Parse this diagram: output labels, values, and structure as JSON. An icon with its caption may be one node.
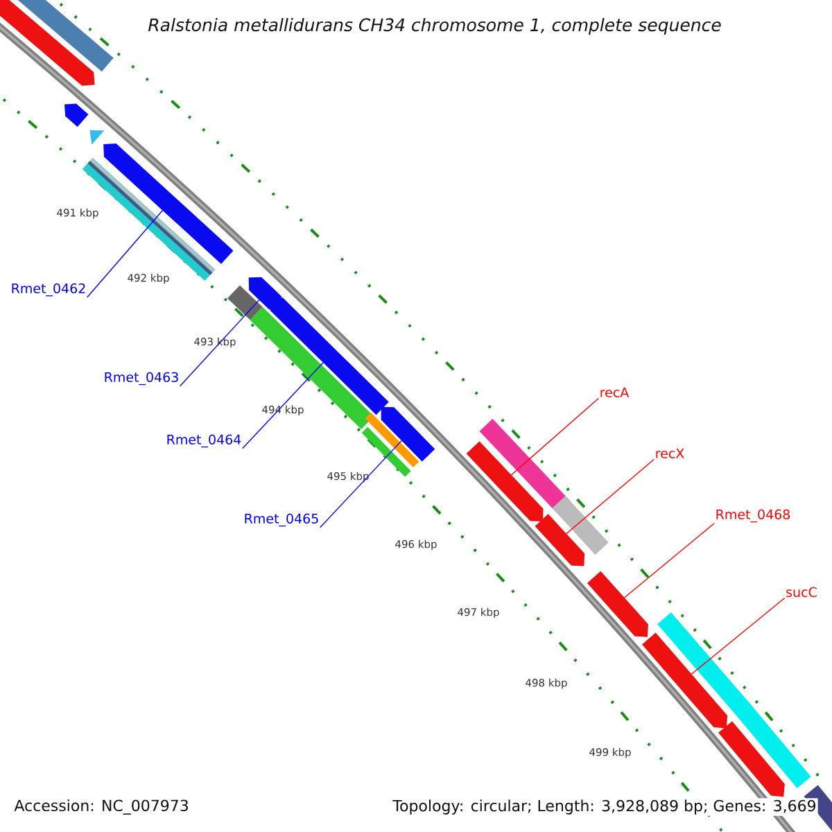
{
  "diagram": {
    "title": "Ralstonia metallidurans CH34 chromosome 1, complete sequence",
    "nodes": [
      {
        "text": [
          "Rmet_0462"
        ]
      },
      {
        "text": [
          "Rmet_0463"
        ]
      },
      {
        "text": [
          "Rmet_0464"
        ]
      },
      {
        "text": [
          "Rmet_0465"
        ]
      },
      {
        "text": [
          "recA"
        ]
      },
      {
        "text": [
          "recX"
        ]
      },
      {
        "text": [
          "Rmet_0468"
        ]
      },
      {
        "text": [
          "sucC"
        ]
      },
      {
        "text": [],
        "shape": "arrow"
      },
      {
        "text": [],
        "shape": "bar"
      },
      {
        "text": [],
        "shape": "arrow"
      },
      {
        "text": [],
        "shape": "triangle"
      },
      {
        "text": [],
        "shape": "bar"
      },
      {
        "text": [],
        "shape": "arrow"
      },
      {
        "text": [],
        "shape": "bar"
      },
      {
        "text": [],
        "shape": "arrow"
      },
      {
        "text": [],
        "shape": "bar"
      },
      {
        "text": [],
        "shape": "arrow"
      },
      {
        "text": [],
        "shape": "bar"
      },
      {
        "text": [],
        "shape": "bar"
      },
      {
        "text": [],
        "shape": "arrow"
      },
      {
        "text": [],
        "shape": "arrow"
      },
      {
        "text": [],
        "shape": "bar"
      },
      {
        "text": [],
        "shape": "arrow"
      },
      {
        "text": [],
        "shape": "bar"
      },
      {
        "text": [],
        "shape": "arrow"
      },
      {
        "text": [],
        "shape": "arrow"
      },
      {
        "text": [],
        "shape": "bar"
      },
      {
        "text": [],
        "shape": "arrow"
      },
      {
        "text": [],
        "shape": "bar"
      },
      {
        "text": [],
        "shape": "bar"
      }
    ],
    "edges": [
      {
        "from": 0,
        "to": 13,
        "arrow": "none",
        "color": "#0000ff"
      },
      {
        "from": 1,
        "to": 15,
        "arrow": "none",
        "color": "#0000ff"
      },
      {
        "from": 2,
        "to": 17,
        "arrow": "none",
        "color": "#0000ff"
      },
      {
        "from": 3,
        "to": 20,
        "arrow": "none",
        "color": "#0000ff"
      },
      {
        "from": 4,
        "to": 21,
        "arrow": "none",
        "color": "#ff0000"
      },
      {
        "from": 5,
        "to": 23,
        "arrow": "none",
        "color": "#ff0000"
      },
      {
        "from": 6,
        "to": 25,
        "arrow": "none",
        "color": "#ff0000"
      },
      {
        "from": 7,
        "to": 26,
        "arrow": "none",
        "color": "#ff0000"
      }
    ],
    "labels": [
      "491 kbp",
      "492 kbp",
      "493 kbp",
      "494 kbp",
      "495 kbp",
      "496 kbp",
      "497 kbp",
      "498 kbp",
      "499 kbp",
      "Accession: NC_007973",
      "Topology: circular; Length: 3,928,089 bp; Genes: 3,669"
    ]
  }
}
